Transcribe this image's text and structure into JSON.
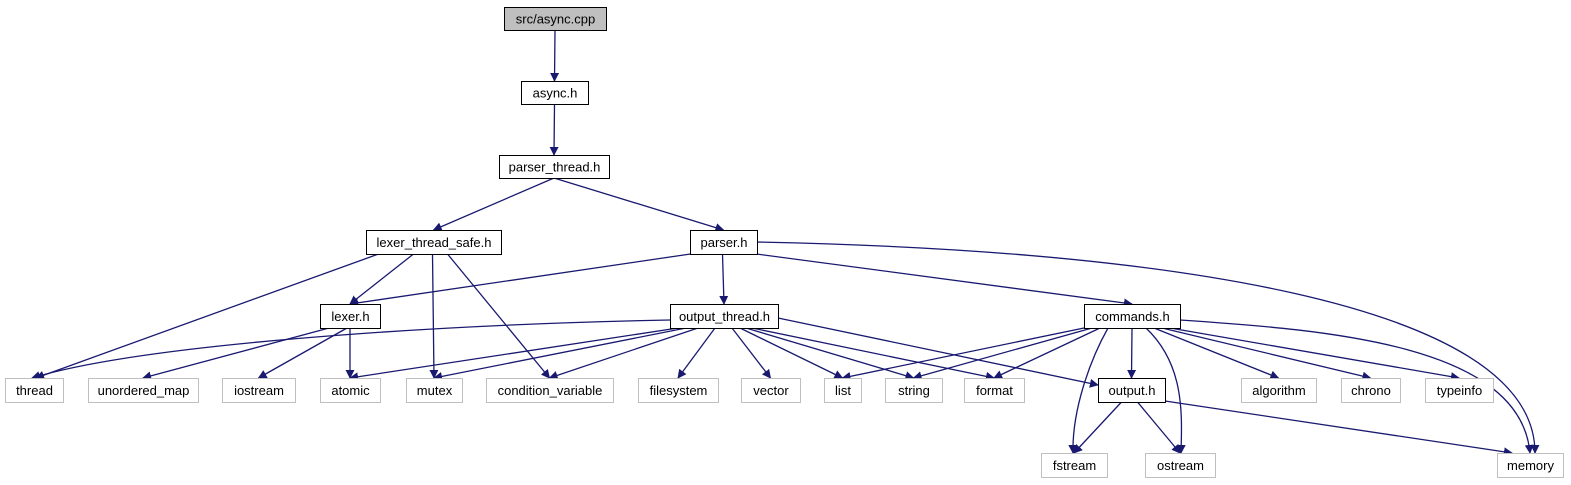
{
  "graph": {
    "nodes": [
      {
        "id": "async_cpp",
        "label": "src/async.cpp",
        "kind": "root"
      },
      {
        "id": "async_h",
        "label": "async.h",
        "kind": "file"
      },
      {
        "id": "parser_thread_h",
        "label": "parser_thread.h",
        "kind": "file"
      },
      {
        "id": "lexer_thread_safe_h",
        "label": "lexer_thread_safe.h",
        "kind": "file"
      },
      {
        "id": "parser_h",
        "label": "parser.h",
        "kind": "file"
      },
      {
        "id": "lexer_h",
        "label": "lexer.h",
        "kind": "file"
      },
      {
        "id": "output_thread_h",
        "label": "output_thread.h",
        "kind": "file"
      },
      {
        "id": "commands_h",
        "label": "commands.h",
        "kind": "file"
      },
      {
        "id": "output_h",
        "label": "output.h",
        "kind": "file"
      },
      {
        "id": "thread",
        "label": "thread",
        "kind": "external"
      },
      {
        "id": "unordered_map",
        "label": "unordered_map",
        "kind": "external"
      },
      {
        "id": "iostream",
        "label": "iostream",
        "kind": "external"
      },
      {
        "id": "atomic",
        "label": "atomic",
        "kind": "external"
      },
      {
        "id": "mutex",
        "label": "mutex",
        "kind": "external"
      },
      {
        "id": "condition_variable",
        "label": "condition_variable",
        "kind": "external"
      },
      {
        "id": "filesystem",
        "label": "filesystem",
        "kind": "external"
      },
      {
        "id": "vector",
        "label": "vector",
        "kind": "external"
      },
      {
        "id": "list",
        "label": "list",
        "kind": "external"
      },
      {
        "id": "string",
        "label": "string",
        "kind": "external"
      },
      {
        "id": "format",
        "label": "format",
        "kind": "external"
      },
      {
        "id": "algorithm",
        "label": "algorithm",
        "kind": "external"
      },
      {
        "id": "chrono",
        "label": "chrono",
        "kind": "external"
      },
      {
        "id": "typeinfo",
        "label": "typeinfo",
        "kind": "external"
      },
      {
        "id": "fstream",
        "label": "fstream",
        "kind": "external"
      },
      {
        "id": "ostream",
        "label": "ostream",
        "kind": "external"
      },
      {
        "id": "memory",
        "label": "memory",
        "kind": "external"
      }
    ],
    "edges": [
      {
        "from": "async_cpp",
        "to": "async_h"
      },
      {
        "from": "async_h",
        "to": "parser_thread_h"
      },
      {
        "from": "parser_thread_h",
        "to": "lexer_thread_safe_h"
      },
      {
        "from": "parser_thread_h",
        "to": "parser_h"
      },
      {
        "from": "lexer_thread_safe_h",
        "to": "lexer_h"
      },
      {
        "from": "lexer_thread_safe_h",
        "to": "thread"
      },
      {
        "from": "lexer_thread_safe_h",
        "to": "mutex"
      },
      {
        "from": "lexer_thread_safe_h",
        "to": "condition_variable"
      },
      {
        "from": "parser_h",
        "to": "lexer_h"
      },
      {
        "from": "parser_h",
        "to": "output_thread_h"
      },
      {
        "from": "parser_h",
        "to": "commands_h"
      },
      {
        "from": "parser_h",
        "to": "memory"
      },
      {
        "from": "lexer_h",
        "to": "unordered_map"
      },
      {
        "from": "lexer_h",
        "to": "iostream"
      },
      {
        "from": "lexer_h",
        "to": "atomic"
      },
      {
        "from": "output_thread_h",
        "to": "thread"
      },
      {
        "from": "output_thread_h",
        "to": "atomic"
      },
      {
        "from": "output_thread_h",
        "to": "mutex"
      },
      {
        "from": "output_thread_h",
        "to": "condition_variable"
      },
      {
        "from": "output_thread_h",
        "to": "filesystem"
      },
      {
        "from": "output_thread_h",
        "to": "vector"
      },
      {
        "from": "output_thread_h",
        "to": "list"
      },
      {
        "from": "output_thread_h",
        "to": "string"
      },
      {
        "from": "output_thread_h",
        "to": "format"
      },
      {
        "from": "output_thread_h",
        "to": "output_h"
      },
      {
        "from": "commands_h",
        "to": "list"
      },
      {
        "from": "commands_h",
        "to": "string"
      },
      {
        "from": "commands_h",
        "to": "format"
      },
      {
        "from": "commands_h",
        "to": "output_h"
      },
      {
        "from": "commands_h",
        "to": "fstream"
      },
      {
        "from": "commands_h",
        "to": "ostream"
      },
      {
        "from": "commands_h",
        "to": "algorithm"
      },
      {
        "from": "commands_h",
        "to": "chrono"
      },
      {
        "from": "commands_h",
        "to": "typeinfo"
      },
      {
        "from": "commands_h",
        "to": "memory"
      },
      {
        "from": "output_h",
        "to": "fstream"
      },
      {
        "from": "output_h",
        "to": "ostream"
      },
      {
        "from": "output_h",
        "to": "memory"
      }
    ]
  },
  "colors": {
    "edge": "#191970",
    "file_border": "#000000",
    "external_border": "#bfbfbf",
    "root_fill": "#bfbfbf"
  }
}
